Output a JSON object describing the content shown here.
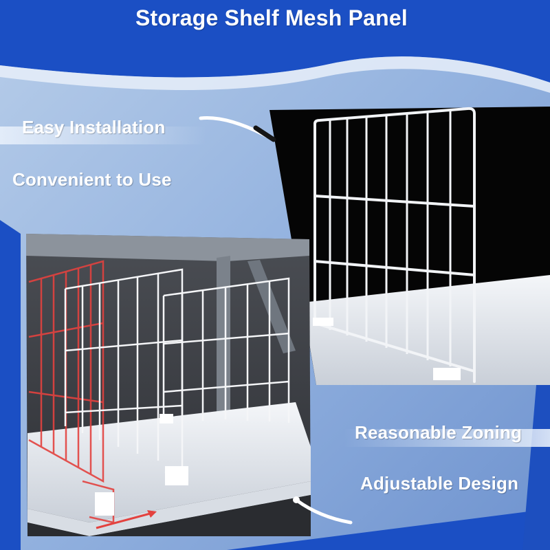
{
  "title": "Storage Shelf Mesh Panel",
  "features": [
    "Easy Installation",
    "Convenient to Use",
    "Reasonable Zoning",
    "Adjustable Design"
  ],
  "colors": {
    "banner": "#1b4fc4",
    "background_light": "#a9c3e6",
    "background_mid": "#7d9fd4",
    "accent_text": "#ffffff",
    "highlight_divider": "#e3423f"
  },
  "icons": [
    "curved-arrow-icon",
    "direction-arrow-icon"
  ]
}
